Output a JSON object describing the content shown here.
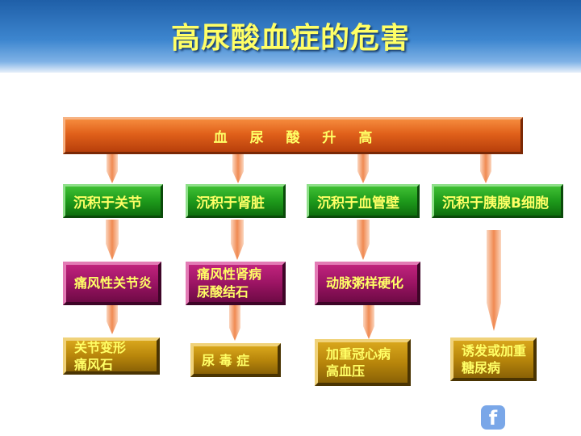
{
  "title": "高尿酸血症的危害",
  "top": "血 尿 酸 升 高",
  "level1": [
    "沉积于关节",
    "沉积于肾脏",
    "沉积于血管壁",
    "沉积于胰腺B细胞"
  ],
  "level2": [
    {
      "line1": "痛风性关节炎",
      "line2": ""
    },
    {
      "line1": "痛风性肾病",
      "line2": "尿酸结石"
    },
    {
      "line1": "动脉粥样硬化",
      "line2": ""
    }
  ],
  "level3": [
    {
      "line1": "关节变形",
      "line2": "痛风石"
    },
    {
      "line1": "尿 毒 症",
      "line2": ""
    },
    {
      "line1": "加重冠心病",
      "line2": "高血压"
    },
    {
      "line1": "诱发或加重",
      "line2": "糖尿病"
    }
  ],
  "colors": {
    "title_text": "#ffff66",
    "header_blue": "#2d74bf",
    "top_bar": "#e0601a",
    "green_box": "#1e9a1b",
    "purple_box": "#9b1463",
    "gold_box": "#b8860b",
    "arrow": "#f6a77a"
  },
  "icons": [
    "facebook-icon"
  ]
}
